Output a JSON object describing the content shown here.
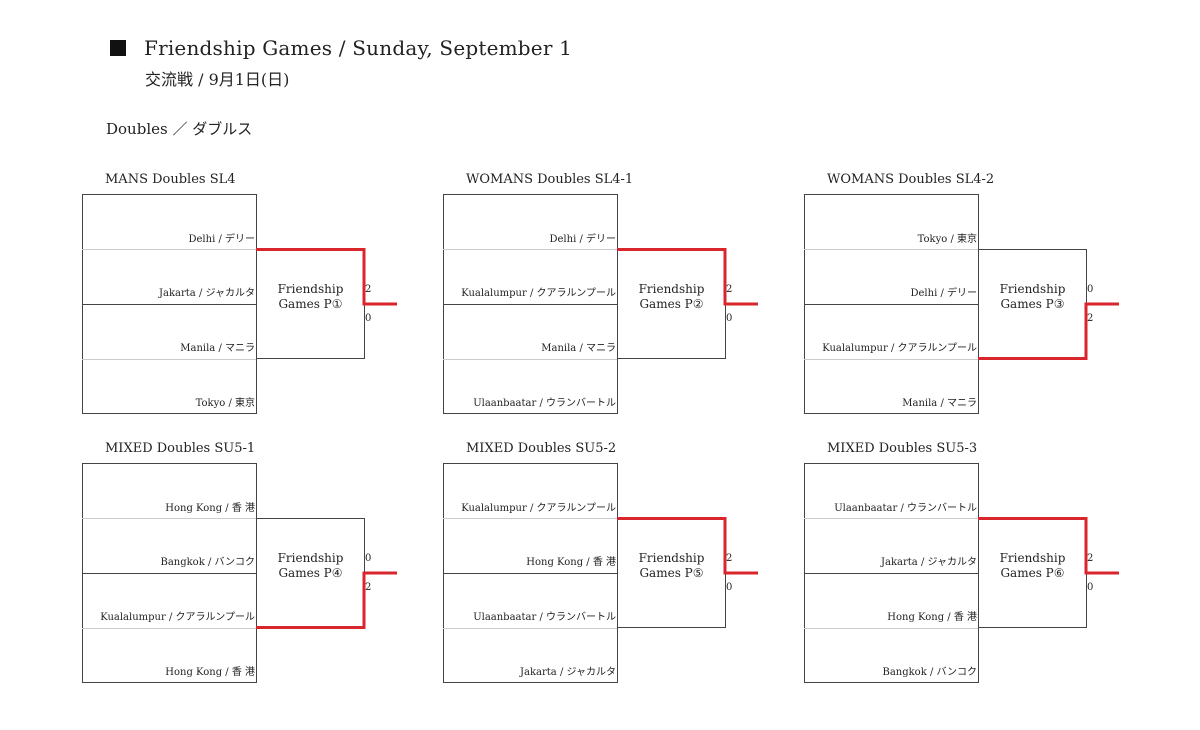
{
  "header": {
    "title": "Friendship Games / Sunday, September 1",
    "subtitle": "交流戦 / 9月1日(日)",
    "section": "Doubles ／ ダブルス"
  },
  "accent_color": "#d9262c",
  "events": [
    {
      "title": "MANS Doubles SL4",
      "teams": [
        "Delhi / デリー",
        "Jakarta / ジャカルタ",
        "Manila / マニラ",
        "Tokyo / 東京"
      ],
      "match_label": "Friendship\nGames P①",
      "score_top": "2",
      "score_bottom": "0",
      "winner": "top"
    },
    {
      "title": "WOMANS Doubles SL4-1",
      "teams": [
        "Delhi / デリー",
        "Kualalumpur / クアラルンプール",
        "Manila / マニラ",
        "Ulaanbaatar / ウランバートル"
      ],
      "match_label": "Friendship\nGames P②",
      "score_top": "2",
      "score_bottom": "0",
      "winner": "top"
    },
    {
      "title": "WOMANS Doubles SL4-2",
      "teams": [
        "Tokyo / 東京",
        "Delhi / デリー",
        "Kualalumpur / クアラルンプール",
        "Manila / マニラ"
      ],
      "match_label": "Friendship\nGames P③",
      "score_top": "0",
      "score_bottom": "2",
      "winner": "bottom"
    },
    {
      "title": "MIXED Doubles SU5-1",
      "teams": [
        "Hong Kong / 香 港",
        "Bangkok / バンコク",
        "Kualalumpur / クアラルンプール",
        "Hong Kong / 香 港"
      ],
      "match_label": "Friendship\nGames P④",
      "score_top": "0",
      "score_bottom": "2",
      "winner": "bottom"
    },
    {
      "title": "MIXED Doubles SU5-2",
      "teams": [
        "Kualalumpur / クアラルンプール",
        "Hong Kong / 香 港",
        "Ulaanbaatar / ウランバートル",
        "Jakarta / ジャカルタ"
      ],
      "match_label": "Friendship\nGames P⑤",
      "score_top": "2",
      "score_bottom": "0",
      "winner": "top"
    },
    {
      "title": "MIXED Doubles SU5-3",
      "teams": [
        "Ulaanbaatar / ウランバートル",
        "Jakarta / ジャカルタ",
        "Hong Kong / 香 港",
        "Bangkok / バンコク"
      ],
      "match_label": "Friendship\nGames P⑥",
      "score_top": "2",
      "score_bottom": "0",
      "winner": "top"
    }
  ]
}
